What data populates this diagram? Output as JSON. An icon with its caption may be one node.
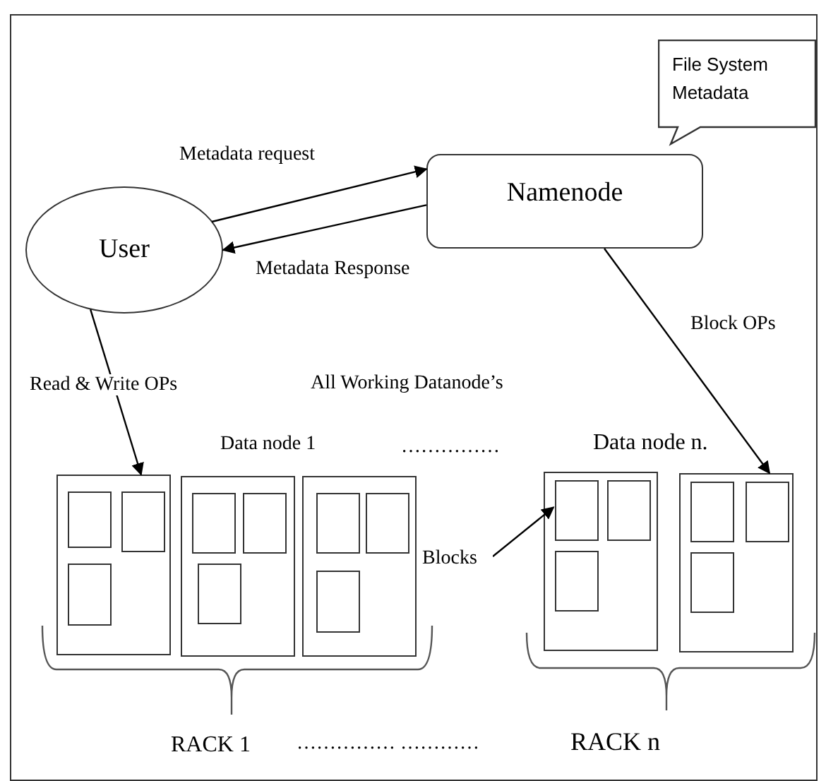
{
  "diagram": {
    "nodes": [
      {
        "text": [
          "File System Metadata"
        ]
      },
      {
        "text": [
          "Namenode"
        ]
      },
      {
        "text": [
          "User"
        ]
      },
      {
        "text": [],
        "shape": "box"
      },
      {
        "text": [],
        "shape": "box"
      },
      {
        "text": [],
        "shape": "box"
      },
      {
        "text": [],
        "shape": "box"
      },
      {
        "text": [],
        "shape": "box"
      },
      {
        "text": [],
        "shape": "box",
        "in": 3
      },
      {
        "text": [],
        "shape": "box",
        "in": 3
      },
      {
        "text": [],
        "shape": "box",
        "in": 3
      },
      {
        "text": [],
        "shape": "box",
        "in": 4
      },
      {
        "text": [],
        "shape": "box",
        "in": 4
      },
      {
        "text": [],
        "shape": "box",
        "in": 4
      },
      {
        "text": [],
        "shape": "box",
        "in": 5
      },
      {
        "text": [],
        "shape": "box",
        "in": 5
      },
      {
        "text": [],
        "shape": "box",
        "in": 5
      },
      {
        "text": [],
        "shape": "box",
        "in": 6
      },
      {
        "text": [],
        "shape": "box",
        "in": 6
      },
      {
        "text": [],
        "shape": "box",
        "in": 6
      },
      {
        "text": [],
        "shape": "box",
        "in": 7
      },
      {
        "text": [],
        "shape": "box",
        "in": 7
      },
      {
        "text": [],
        "shape": "box",
        "in": 7
      },
      {
        "text": [
          "Blocks"
        ]
      }
    ],
    "edges": [
      {
        "from": 2,
        "to": 1,
        "arrow": "to",
        "label": "Metadata request"
      },
      {
        "from": 1,
        "to": 2,
        "arrow": "to",
        "label": "Metadata Response"
      },
      {
        "from": 2,
        "to": 3,
        "arrow": "to",
        "label": "Read & Write OPs"
      },
      {
        "from": 1,
        "to": 7,
        "arrow": "to",
        "label": "Block OPs"
      },
      {
        "from": 23,
        "to": 17,
        "arrow": "to"
      }
    ],
    "labels": [
      "All Working Datanode’s",
      "Data node 1",
      "……………",
      "Data node n.",
      "RACK 1",
      "…………… …………",
      "RACK n"
    ]
  }
}
